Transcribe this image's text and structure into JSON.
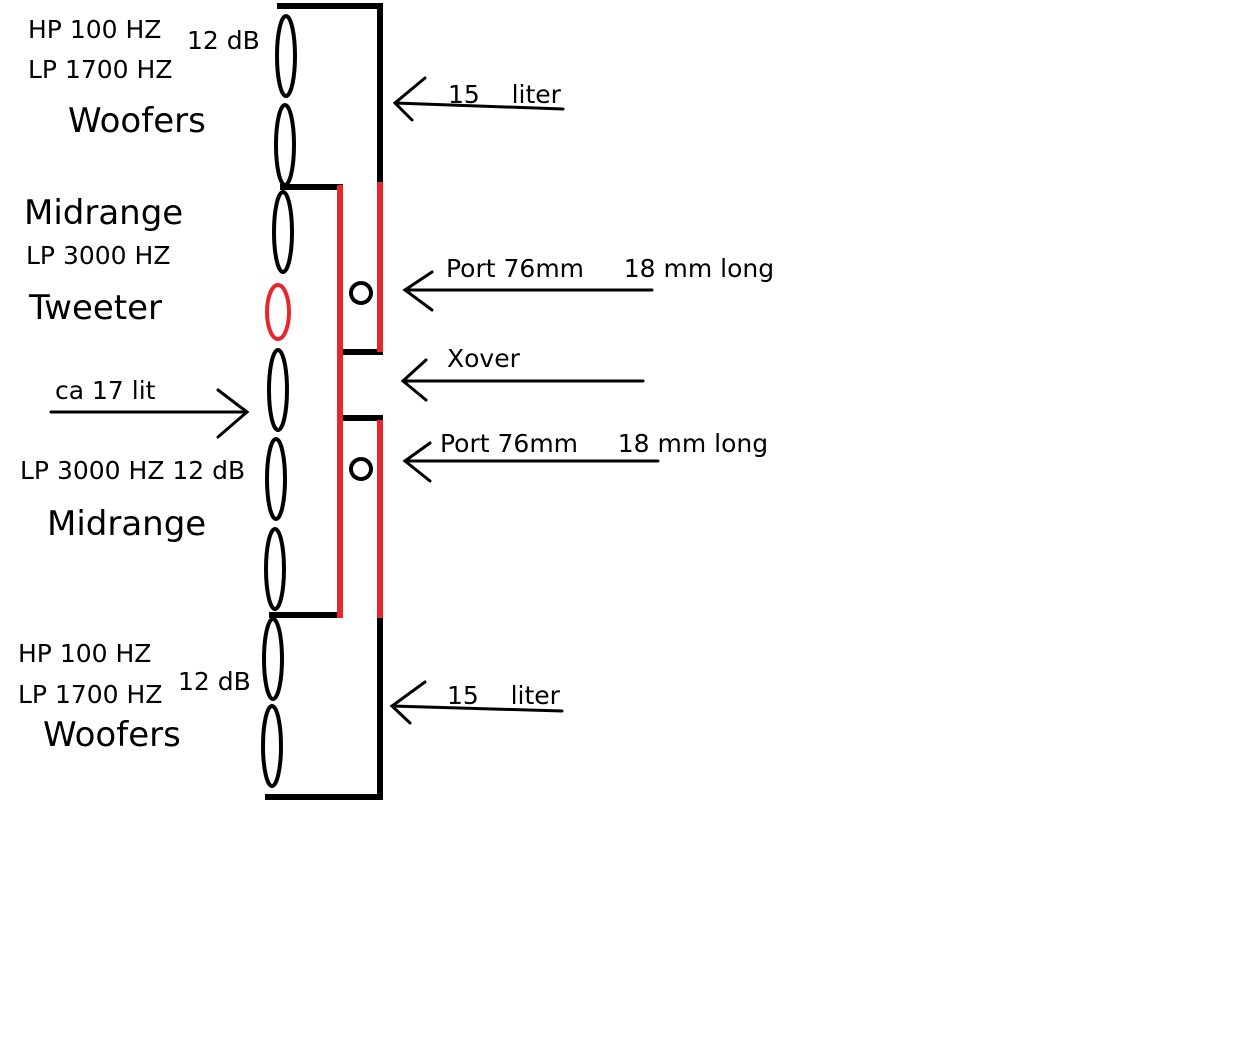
{
  "labels": {
    "top_hp": "HP 100 HZ",
    "top_lp": "LP 1700 HZ",
    "top_db": "12 dB",
    "top_woofers": "Woofers",
    "midrange_upper": "Midrange",
    "midrange_upper_lp": "LP 3000 HZ",
    "tweeter": "Tweeter",
    "midrange_volume": "ca 17 lit",
    "midrange_lower_lp": "LP 3000 HZ 12 dB",
    "midrange_lower": "Midrange",
    "bottom_hp": "HP 100 HZ",
    "bottom_lp": "LP 1700 HZ",
    "bottom_db": "12 dB",
    "bottom_woofers": "Woofers",
    "top_volume": "15    liter",
    "port_upper": "Port 76mm     18 mm long",
    "xover": "Xover",
    "port_lower": "Port 76mm     18 mm long",
    "bottom_volume": "15    liter"
  },
  "colors": {
    "line": "#000000",
    "midrange_chamber": "#e8262c",
    "tweeter": "#e8262c"
  },
  "drivers": [
    {
      "name": "woofer-1",
      "type": "woofer"
    },
    {
      "name": "woofer-2",
      "type": "woofer"
    },
    {
      "name": "midrange-1",
      "type": "midrange"
    },
    {
      "name": "tweeter",
      "type": "tweeter"
    },
    {
      "name": "midrange-2",
      "type": "midrange"
    },
    {
      "name": "midrange-3",
      "type": "midrange"
    },
    {
      "name": "midrange-4",
      "type": "midrange"
    },
    {
      "name": "woofer-3",
      "type": "woofer"
    },
    {
      "name": "woofer-4",
      "type": "woofer"
    }
  ]
}
